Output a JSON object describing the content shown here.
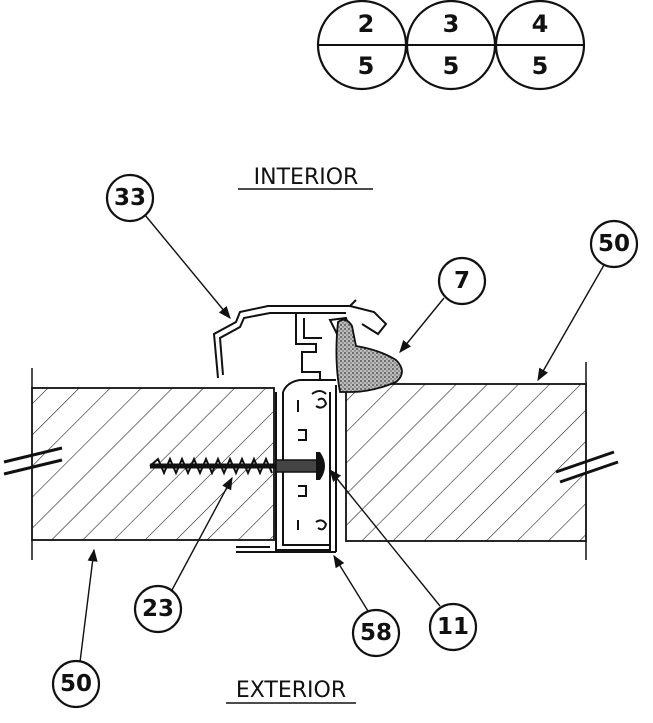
{
  "references": [
    {
      "top": "2",
      "bottom": "5"
    },
    {
      "top": "3",
      "bottom": "5"
    },
    {
      "top": "4",
      "bottom": "5"
    }
  ],
  "side_labels": {
    "interior": "INTERIOR",
    "exterior": "EXTERIOR"
  },
  "callouts": [
    {
      "id": "c33",
      "label": "33"
    },
    {
      "id": "c50r",
      "label": "50"
    },
    {
      "id": "c7",
      "label": "7"
    },
    {
      "id": "c23",
      "label": "23"
    },
    {
      "id": "c58",
      "label": "58"
    },
    {
      "id": "c11",
      "label": "11"
    },
    {
      "id": "c50l",
      "label": "50"
    }
  ]
}
